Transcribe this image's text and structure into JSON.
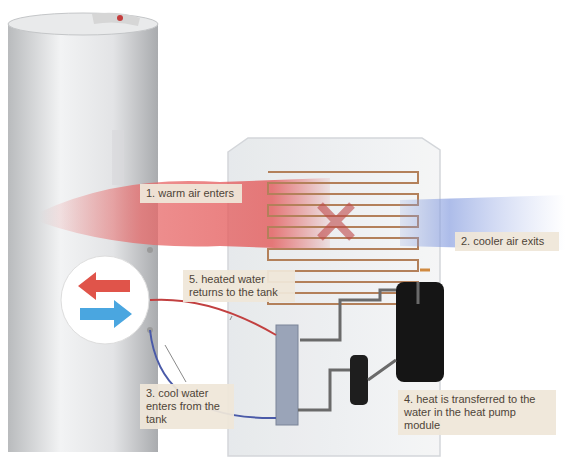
{
  "diagram": {
    "nodes": [
      {
        "text": [
          "1. warm air enters"
        ]
      },
      {
        "text": [
          "2. cooler air exits"
        ]
      },
      {
        "text": [
          "5. heated water returns to the tank"
        ]
      },
      {
        "text": [
          "3. cool water enters from the tank"
        ]
      },
      {
        "text": [
          "4. heat is transferred to the water in the heat pump module"
        ]
      }
    ]
  }
}
